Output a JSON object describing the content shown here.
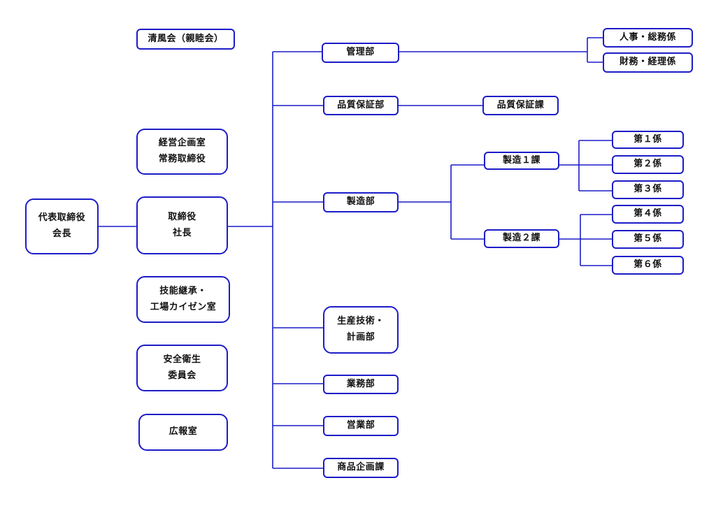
{
  "chairman": {
    "line1": "代表取締役",
    "line2": "会長"
  },
  "president": {
    "line1": "取締役",
    "line2": "社長"
  },
  "advisory": {
    "friendship": "清風会（親睦会）",
    "planning": {
      "line1": "経営企画室",
      "line2": "常務取締役"
    },
    "kaizen": {
      "line1": "技能継承・",
      "line2": "工場カイゼン室"
    },
    "safety": {
      "line1": "安全衛生",
      "line2": "委員会"
    },
    "pr": "広報室"
  },
  "departments": {
    "admin": "管理部",
    "qa": "品質保証部",
    "manufacturing": "製造部",
    "production_engineering": {
      "line1": "生産技術・",
      "line2": "計画部"
    },
    "operations": "業務部",
    "sales": "営業部",
    "product_planning": "商品企画課"
  },
  "sections": {
    "hr_general": "人事・総務係",
    "finance_accounting": "財務・経理係",
    "qa_section": "品質保証課",
    "mfg1": "製造１課",
    "mfg2": "製造２課"
  },
  "teams": [
    "第１係",
    "第２係",
    "第３係",
    "第４係",
    "第５係",
    "第６係"
  ],
  "colors": {
    "line": "#1c1cc8",
    "border": "#1c1cc8",
    "text": "#111111"
  }
}
